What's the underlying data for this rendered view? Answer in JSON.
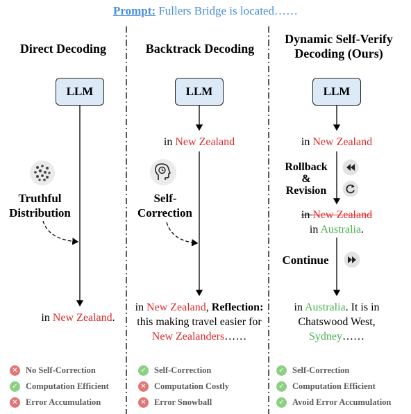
{
  "prompt": {
    "label": "Prompt:",
    "text": " Fullers Bridge is located……"
  },
  "columns": {
    "direct": {
      "title": "Direct Decoding",
      "llm": "LLM",
      "side_label_1": "Truthful",
      "side_label_2": "Distribution",
      "output_prefix": "in ",
      "output_entity": "New Zealand",
      "output_suffix": ".",
      "status": [
        {
          "kind": "bad",
          "text": "No Self-Correction"
        },
        {
          "kind": "ok",
          "text": "Computation Efficient"
        },
        {
          "kind": "bad",
          "text": "Error Accumulation"
        }
      ]
    },
    "backtrack": {
      "title": "Backtrack Decoding",
      "llm": "LLM",
      "first_prefix": "in ",
      "first_entity": "New Zealand",
      "side_label_1": "Self-",
      "side_label_2": "Correction",
      "output_prefix": "in ",
      "output_entity": "New Zealand",
      "output_comma": ", ",
      "reflection": "Reflection:",
      "output_line2": "this making travel easier for",
      "output_line3_entity": "New Zealanders",
      "output_line3_suffix": "……",
      "status": [
        {
          "kind": "ok",
          "text": "Self-Correction"
        },
        {
          "kind": "bad",
          "text": "Computation Costly"
        },
        {
          "kind": "bad",
          "text": "Error Snowball"
        }
      ]
    },
    "dynamic": {
      "title_line1": "Dynamic Self-Verify",
      "title_line2": "Decoding (Ours)",
      "llm": "LLM",
      "first_prefix": "in ",
      "first_entity": "New Zealand",
      "rollback_1": "Rollback",
      "rollback_2": "&",
      "rollback_3": "Revision",
      "struck_prefix": "in ",
      "struck_entity": "New Zealand",
      "revised_prefix": "in ",
      "revised_entity": "Australia",
      "revised_suffix": ".",
      "continue_label": "Continue",
      "final_prefix": "in ",
      "final_entity1": "Australia",
      "final_mid": ". It is in",
      "final_line2": "Chatswood West,",
      "final_entity2": "Sydney",
      "final_suffix": "……",
      "status": [
        {
          "kind": "ok",
          "text": "Self-Correction"
        },
        {
          "kind": "ok",
          "text": "Computation Efficient"
        },
        {
          "kind": "ok",
          "text": "Avoid Error Accumulation"
        }
      ]
    }
  },
  "colors": {
    "error": "#e0282a",
    "correct": "#4caf50",
    "prompt": "#4a8fe0",
    "llm_fill": "#dceaf8"
  }
}
